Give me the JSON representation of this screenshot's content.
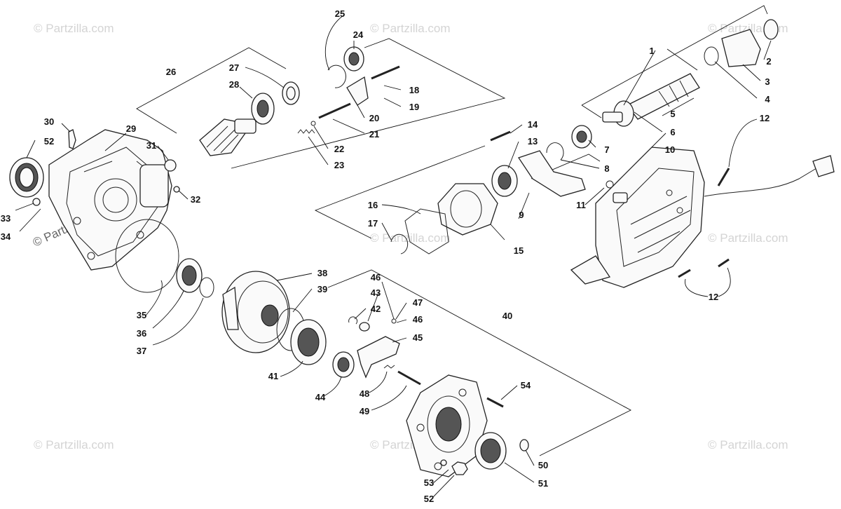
{
  "watermark": "© Partzilla.com",
  "callouts": [
    {
      "id": "c1",
      "num": "1"
    },
    {
      "id": "c2",
      "num": "2"
    },
    {
      "id": "c3",
      "num": "3"
    },
    {
      "id": "c4",
      "num": "4"
    },
    {
      "id": "c5",
      "num": "5"
    },
    {
      "id": "c6",
      "num": "6"
    },
    {
      "id": "c7",
      "num": "7"
    },
    {
      "id": "c8",
      "num": "8"
    },
    {
      "id": "c9",
      "num": "9"
    },
    {
      "id": "c10",
      "num": "10"
    },
    {
      "id": "c11",
      "num": "11"
    },
    {
      "id": "c12a",
      "num": "12"
    },
    {
      "id": "c12b",
      "num": "12"
    },
    {
      "id": "c13",
      "num": "13"
    },
    {
      "id": "c14",
      "num": "14"
    },
    {
      "id": "c15",
      "num": "15"
    },
    {
      "id": "c16",
      "num": "16"
    },
    {
      "id": "c17",
      "num": "17"
    },
    {
      "id": "c18",
      "num": "18"
    },
    {
      "id": "c19",
      "num": "19"
    },
    {
      "id": "c20",
      "num": "20"
    },
    {
      "id": "c21",
      "num": "21"
    },
    {
      "id": "c22",
      "num": "22"
    },
    {
      "id": "c23",
      "num": "23"
    },
    {
      "id": "c24",
      "num": "24"
    },
    {
      "id": "c25",
      "num": "25"
    },
    {
      "id": "c26",
      "num": "26"
    },
    {
      "id": "c27",
      "num": "27"
    },
    {
      "id": "c28",
      "num": "28"
    },
    {
      "id": "c29",
      "num": "29"
    },
    {
      "id": "c30",
      "num": "30"
    },
    {
      "id": "c31",
      "num": "31"
    },
    {
      "id": "c32",
      "num": "32"
    },
    {
      "id": "c33",
      "num": "33"
    },
    {
      "id": "c34",
      "num": "34"
    },
    {
      "id": "c35",
      "num": "35"
    },
    {
      "id": "c36",
      "num": "36"
    },
    {
      "id": "c37",
      "num": "37"
    },
    {
      "id": "c38",
      "num": "38"
    },
    {
      "id": "c39",
      "num": "39"
    },
    {
      "id": "c40",
      "num": "40"
    },
    {
      "id": "c41",
      "num": "41"
    },
    {
      "id": "c42",
      "num": "42"
    },
    {
      "id": "c43",
      "num": "43"
    },
    {
      "id": "c44",
      "num": "44"
    },
    {
      "id": "c45",
      "num": "45"
    },
    {
      "id": "c46a",
      "num": "46"
    },
    {
      "id": "c46b",
      "num": "46"
    },
    {
      "id": "c47",
      "num": "47"
    },
    {
      "id": "c48",
      "num": "48"
    },
    {
      "id": "c49",
      "num": "49"
    },
    {
      "id": "c50",
      "num": "50"
    },
    {
      "id": "c51",
      "num": "51"
    },
    {
      "id": "c52a",
      "num": "52"
    },
    {
      "id": "c52b",
      "num": "52"
    },
    {
      "id": "c53",
      "num": "53"
    },
    {
      "id": "c54",
      "num": "54"
    }
  ]
}
